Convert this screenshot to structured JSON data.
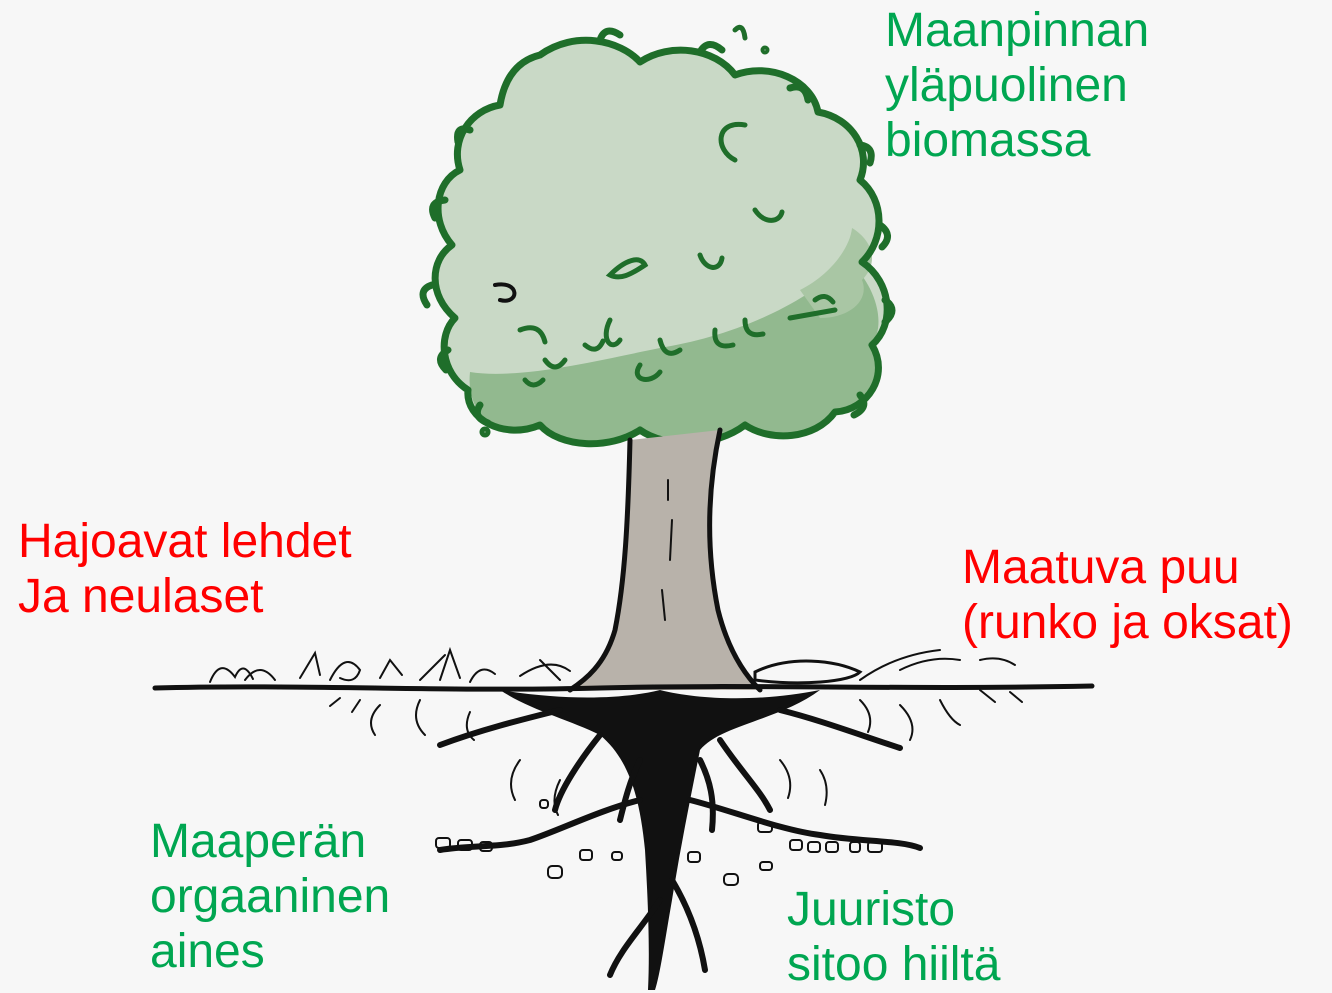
{
  "colors": {
    "green_text": "#00a651",
    "red_text": "#ff0000",
    "canopy_light": "#c9d9c6",
    "canopy_mid": "#a9c6a4",
    "canopy_shadow": "#7fae7c",
    "canopy_outline": "#1f6e2a",
    "trunk": "#b8b2aa",
    "ink": "#111111",
    "background": "#f7f7f7"
  },
  "labels": {
    "above_ground": {
      "line1": "Maanpinnan",
      "line2": "yläpuolinen",
      "line3": "biomassa"
    },
    "leaves": {
      "line1": "Hajoavat lehdet",
      "line2": "Ja neulaset"
    },
    "dead_wood": {
      "line1": "Maatuva puu",
      "line2": "(runko ja oksat)"
    },
    "soil_organic": {
      "line1": "Maaperän",
      "line2": "orgaaninen",
      "line3": "aines"
    },
    "roots": {
      "line1": "Juuristo",
      "line2": "sitoo hiiltä"
    }
  }
}
